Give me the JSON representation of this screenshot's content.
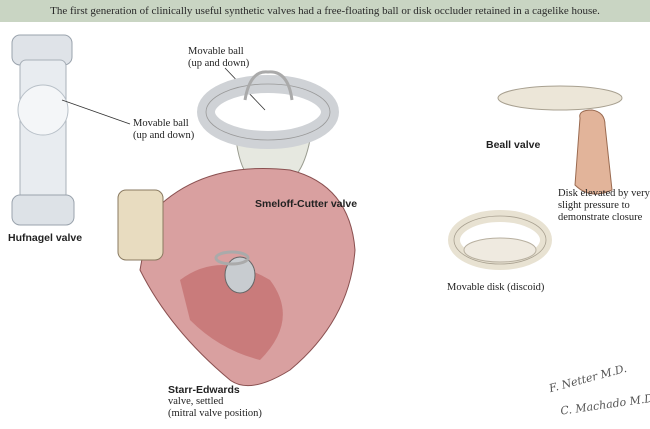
{
  "banner": "The first generation of clinically useful synthetic valves had a free-floating ball or disk occluder retained in a cagelike house.",
  "hufnagel": {
    "title": "Hufnagel valve",
    "callout": [
      "Movable ball",
      "(up and down)"
    ]
  },
  "smeloff": {
    "title": "Smeloff-Cutter valve",
    "callout": [
      "Movable ball",
      "(up and down)"
    ]
  },
  "starr": {
    "title_bold": "Starr-Edwards",
    "title_rest": [
      "valve, settled",
      "(mitral valve position)"
    ]
  },
  "beall": {
    "title": "Beall valve",
    "disk_note": [
      "Disk elevated by very",
      "slight pressure to",
      "demonstrate closure"
    ],
    "disk_label": "Movable disk (discoid)"
  },
  "signature": {
    "artist1": "F. Netter M.D.",
    "artist2": "C. Machado M.D."
  }
}
